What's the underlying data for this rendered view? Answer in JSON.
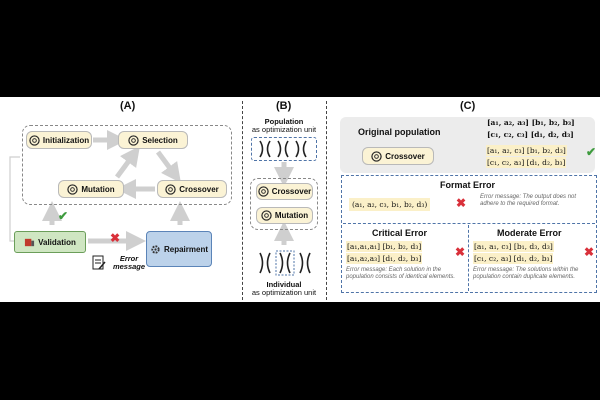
{
  "panels": {
    "a": {
      "label": "(A)",
      "initialization": "Initialization",
      "selection": "Selection",
      "mutation": "Mutation",
      "crossover": "Crossover",
      "validation": "Validation",
      "repairment": "Repairment",
      "error_message": "Error message"
    },
    "b": {
      "label": "(B)",
      "population": "Population",
      "population_sub": "as optimization unit",
      "crossover": "Crossover",
      "mutation": "Mutation",
      "individual": "Individual",
      "individual_sub": "as optimization unit"
    },
    "c": {
      "label": "(C)",
      "original_population": "Original population",
      "crossover": "Crossover",
      "orig_row1": "[a₁, a₂, a₃] [b₁, b₂, b₃]",
      "orig_row2": "[c₁, c₂, c₃] [d₁, d₂, d₃]",
      "new_row1": "[a₁, a₂, c₃] [b₁, b₂, d₃]",
      "new_row2": "[c₁, c₂, a₃] [d₁, d₂, b₃]",
      "format_error_title": "Format Error",
      "format_error_value": "(a₁, a₂, c₃, b₁, b₂, d₃)",
      "format_error_msg": "Error message: The output does not adhere to the required format.",
      "critical_error_title": "Critical Error",
      "critical_row1": "[a₁,a₁,a₁] [b₁, b₂, d₃]",
      "critical_row2": "[a₁,a₂,a₃] [d₁, d₂, b₃]",
      "critical_error_msg": "Error message: Each solution in the population consists of identical elements.",
      "moderate_error_title": "Moderate Error",
      "moderate_row1": "[a₁, a₁, c₃] [b₁, d₃, d₃]",
      "moderate_row2": "[c₁, c₂, a₃] [d₁, d₂, b₃]",
      "moderate_error_msg": "Error message: The solutions within the population contain duplicate elements."
    }
  },
  "colors": {
    "box_cream": "#fbf3d5",
    "validation_green": "#cfe6c2",
    "repair_blue": "#bcd2ea",
    "error_red": "#d9303a",
    "check_green": "#3e9b3e",
    "arrow_gray": "#cfcfcf",
    "dashed_blue": "#4f74a8"
  },
  "icons": [
    "openai-icon",
    "gear-icon",
    "chromosome-icon",
    "document-pen-icon",
    "check-icon",
    "cross-icon"
  ]
}
